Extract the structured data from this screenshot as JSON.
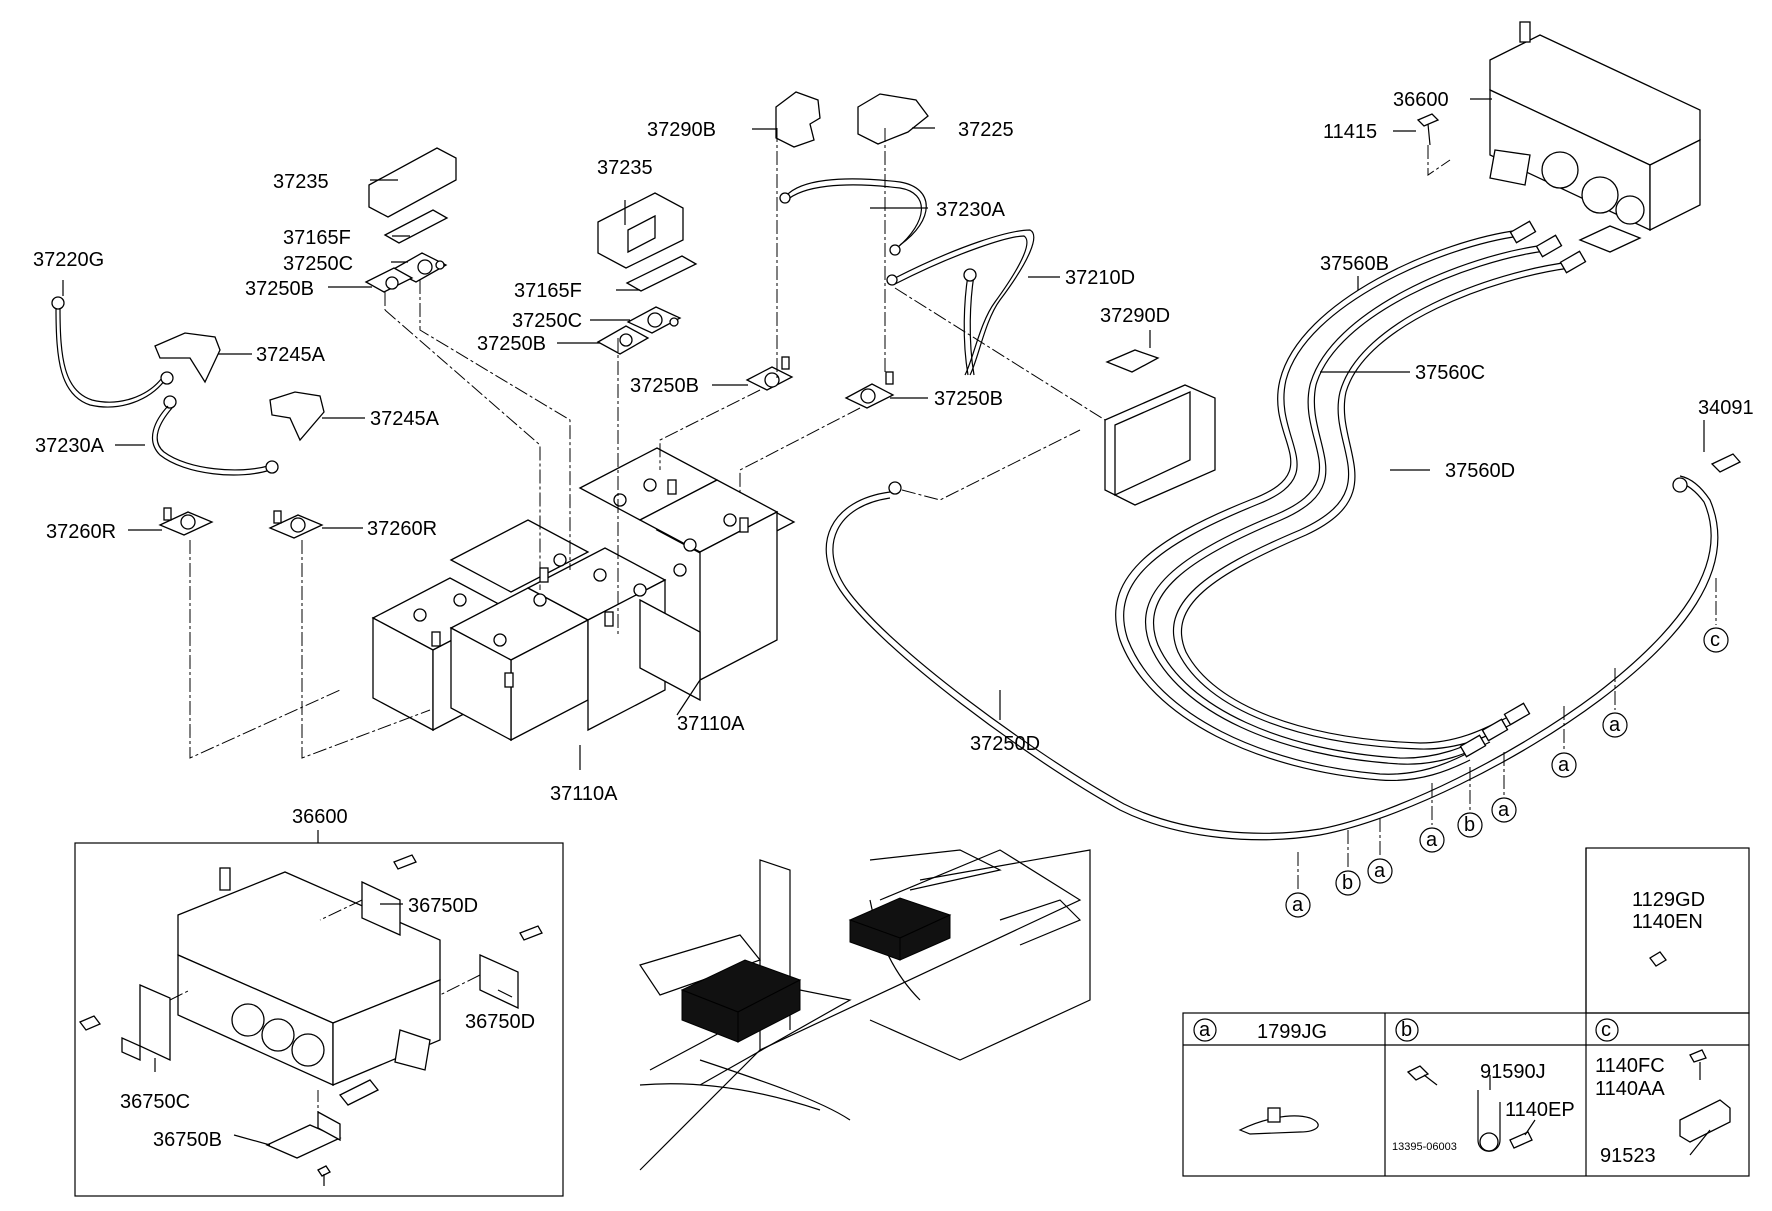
{
  "callouts": {
    "p37290B": "37290B",
    "p37225": "37225",
    "p37235_a": "37235",
    "p37235_b": "37235",
    "p37165F_a": "37165F",
    "p37165F_b": "37165F",
    "p37250C_a": "37250C",
    "p37250C_b": "37250C",
    "p37250B_a": "37250B",
    "p37250B_b": "37250B",
    "p37250B_c": "37250B",
    "p37250B_d": "37250B",
    "p37230A_a": "37230A",
    "p37230A_b": "37230A",
    "p37220G": "37220G",
    "p37245A_a": "37245A",
    "p37245A_b": "37245A",
    "p37260R_a": "37260R",
    "p37260R_b": "37260R",
    "p37210D": "37210D",
    "p37290D": "37290D",
    "p37110A_a": "37110A",
    "p37110A_b": "37110A",
    "p37250D": "37250D",
    "p36600_a": "36600",
    "p36600_b": "36600",
    "p11415": "11415",
    "p37560B": "37560B",
    "p37560C": "37560C",
    "p37560D": "37560D",
    "p34091": "34091",
    "p36750D_a": "36750D",
    "p36750D_b": "36750D",
    "p36750C": "36750C",
    "p36750B": "36750B",
    "p1129GD": "1129GD",
    "p1140EN": "1140EN"
  },
  "markers": {
    "a": "a",
    "b": "b",
    "c": "c"
  },
  "legend": {
    "a_part": "1799JG",
    "b_part_1": "91590J",
    "b_part_2": "1140EP",
    "b_small": "13395-06003",
    "c_part_1": "1140FC",
    "c_part_2": "1140AA",
    "c_part_3": "91523"
  }
}
